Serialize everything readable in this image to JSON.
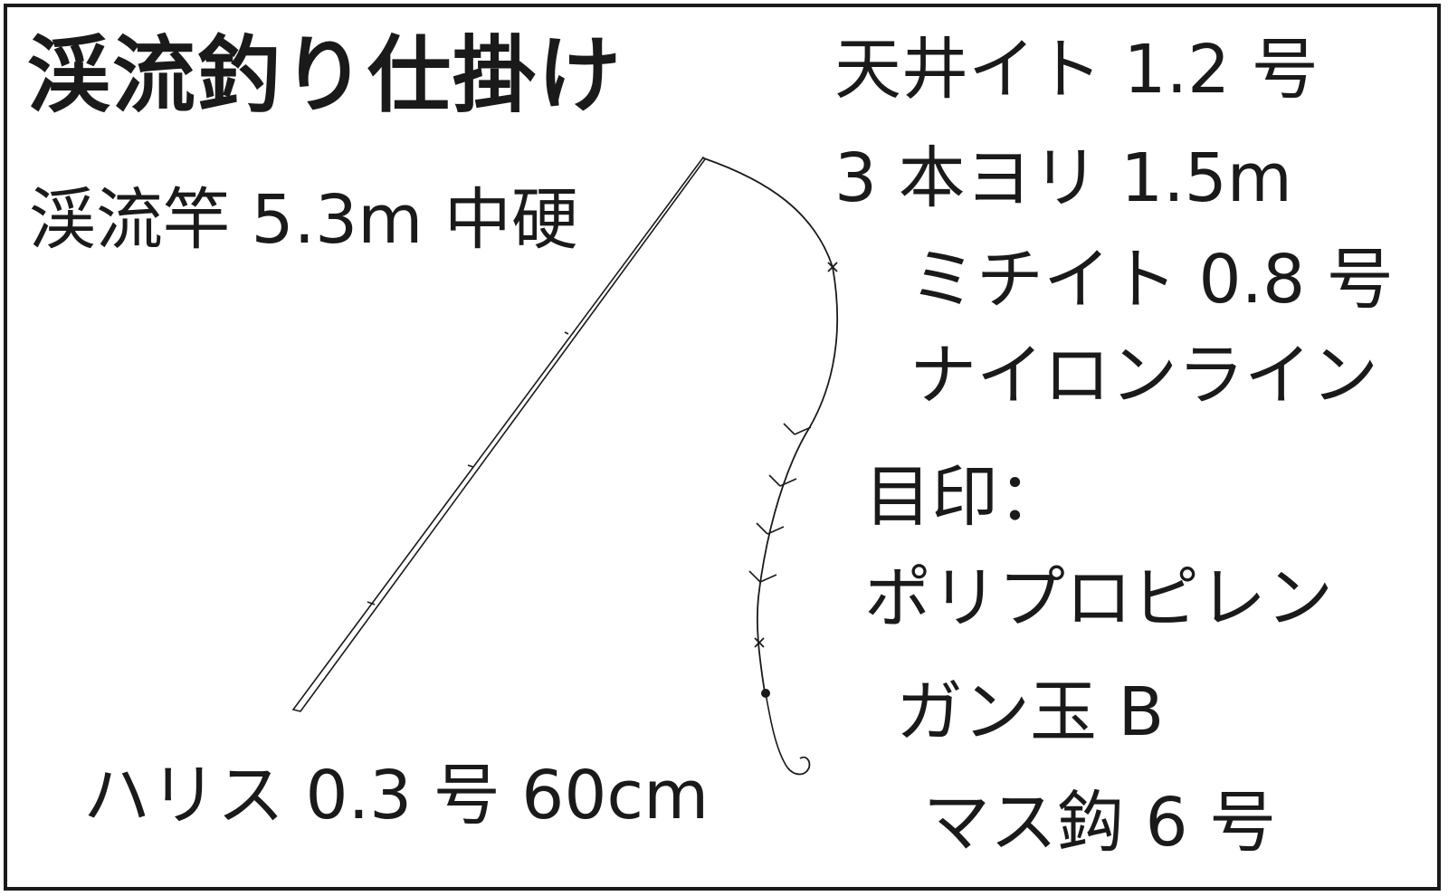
{
  "title": "渓流釣り仕掛け",
  "labels": {
    "rod": "渓流竿 5.3m 中硬",
    "tenjo_line_1": "天井イト 1.2 号",
    "tenjo_line_2": "3 本ヨリ 1.5m",
    "michi_line_1": "ミチイト 0.8 号",
    "michi_line_2": "ナイロンライン",
    "marker_1": "目印：",
    "marker_2": "ポリプロピレン",
    "sinker": "ガン玉 B",
    "hook": "マス鈎 6 号",
    "leader": "ハリス 0.3 号 60cm"
  },
  "colors": {
    "ink": "#1a1a1a",
    "background": "#ffffff"
  }
}
